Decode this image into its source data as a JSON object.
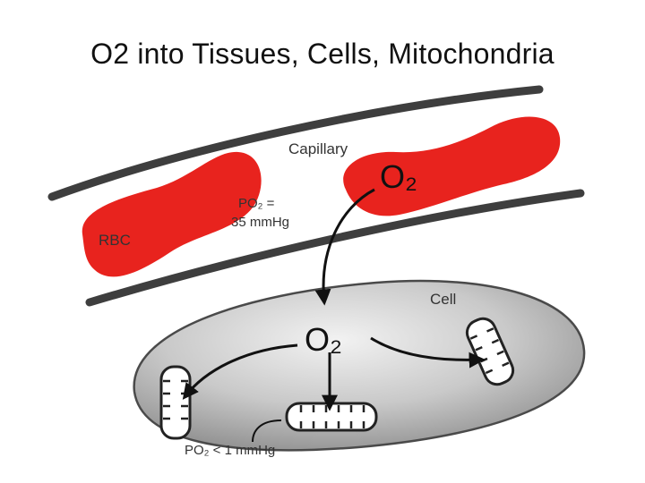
{
  "slide": {
    "title": "O2 into Tissues, Cells, Mitochondria"
  },
  "diagram": {
    "capillary_label": "Capillary",
    "rbc_label": "RBC",
    "blood_po2_line1": "PO₂ =",
    "blood_po2_line2": "35 mmHg",
    "o2_in_rbc": "O₂",
    "o2_in_cell": "O₂",
    "cell_label": "Cell",
    "cell_po2": "PO₂ < 1 mmHg"
  },
  "colors": {
    "rbc": "#e8231e",
    "vessel_wall": "#3e3e3e",
    "cell_fill": "#b9b9b9",
    "arrow": "#111111"
  }
}
